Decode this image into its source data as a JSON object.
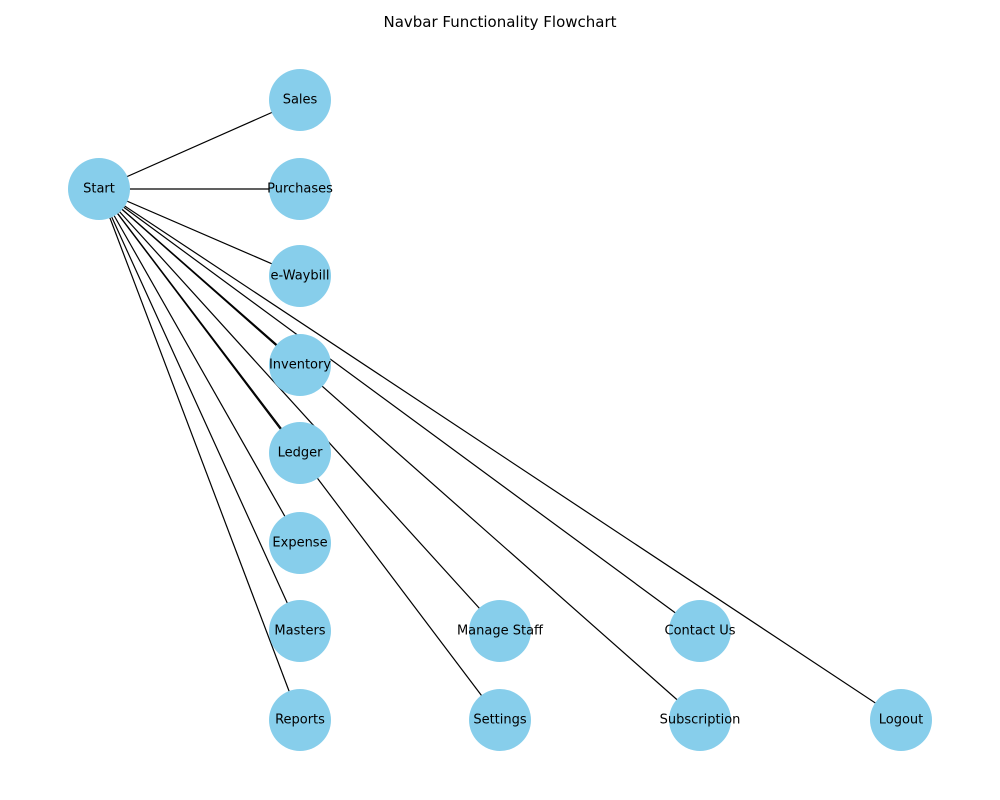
{
  "title": "Navbar Functionality Flowchart",
  "colors": {
    "node_fill": "#87CEEB",
    "edge": "#000000",
    "background": "#ffffff"
  },
  "nodes": [
    {
      "id": "start",
      "label": "Start"
    },
    {
      "id": "sales",
      "label": "Sales"
    },
    {
      "id": "purchases",
      "label": "Purchases"
    },
    {
      "id": "ewaybill",
      "label": "e-Waybill"
    },
    {
      "id": "inventory",
      "label": "Inventory"
    },
    {
      "id": "ledger",
      "label": "Ledger"
    },
    {
      "id": "expense",
      "label": "Expense"
    },
    {
      "id": "masters",
      "label": "Masters"
    },
    {
      "id": "reports",
      "label": "Reports"
    },
    {
      "id": "manage_staff",
      "label": "Manage Staff"
    },
    {
      "id": "settings",
      "label": "Settings"
    },
    {
      "id": "contact_us",
      "label": "Contact Us"
    },
    {
      "id": "subscription",
      "label": "Subscription"
    },
    {
      "id": "logout",
      "label": "Logout"
    }
  ],
  "edges": [
    {
      "from": "start",
      "to": "sales"
    },
    {
      "from": "start",
      "to": "purchases"
    },
    {
      "from": "start",
      "to": "ewaybill"
    },
    {
      "from": "start",
      "to": "inventory"
    },
    {
      "from": "start",
      "to": "ledger"
    },
    {
      "from": "start",
      "to": "expense"
    },
    {
      "from": "start",
      "to": "masters"
    },
    {
      "from": "start",
      "to": "reports"
    },
    {
      "from": "start",
      "to": "manage_staff"
    },
    {
      "from": "start",
      "to": "settings"
    },
    {
      "from": "start",
      "to": "contact_us"
    },
    {
      "from": "start",
      "to": "subscription"
    },
    {
      "from": "start",
      "to": "logout"
    }
  ]
}
